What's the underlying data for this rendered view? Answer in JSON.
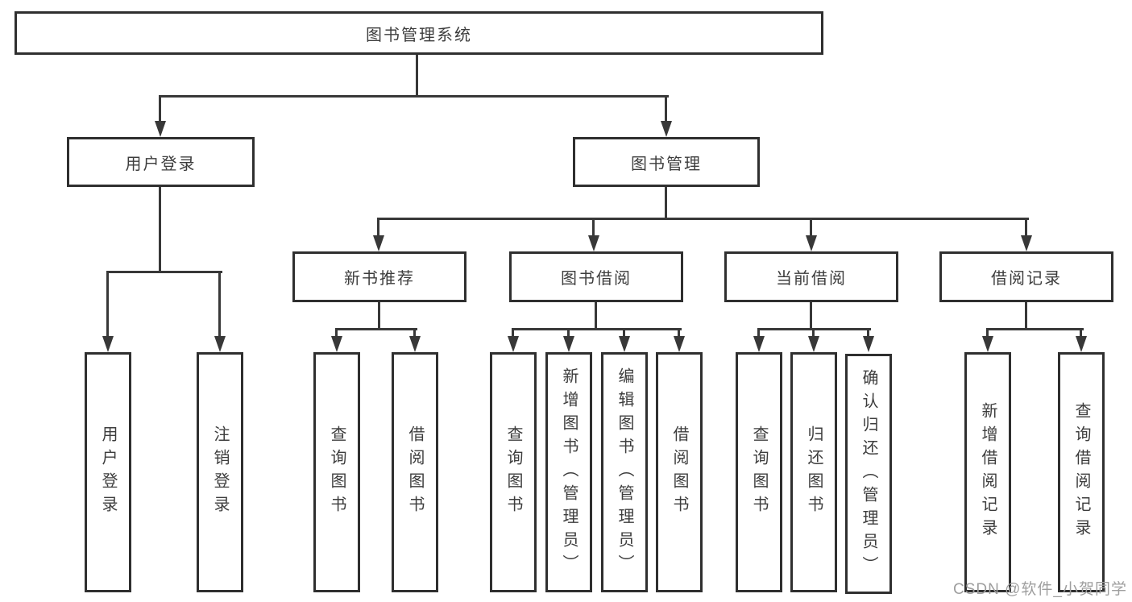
{
  "nodes": {
    "root": "图书管理系统",
    "user_login": "用户登录",
    "book_mgmt": "图书管理",
    "new_book_rec": "新书推荐",
    "book_borrow": "图书借阅",
    "current_borrow": "当前借阅",
    "borrow_records": "借阅记录",
    "leaves": {
      "login": [
        "用户登录",
        "注销登录"
      ],
      "rec": [
        "查询图书",
        "借阅图书"
      ],
      "borrow": [
        "查询图书",
        "新增图书（管理员）",
        "编辑图书（管理员）",
        "借阅图书"
      ],
      "current": [
        "查询图书",
        "归还图书",
        "确认归还（管理员）"
      ],
      "records": [
        "新增借阅记录",
        "查询借阅记录"
      ]
    }
  },
  "watermark": "CSDN @软件_小贺同学",
  "colors": {
    "background": "#ffffff",
    "box_border": "#2f2f2f",
    "line": "#383838",
    "text": "#3d3d3d",
    "watermark": "#9e9e9e"
  }
}
